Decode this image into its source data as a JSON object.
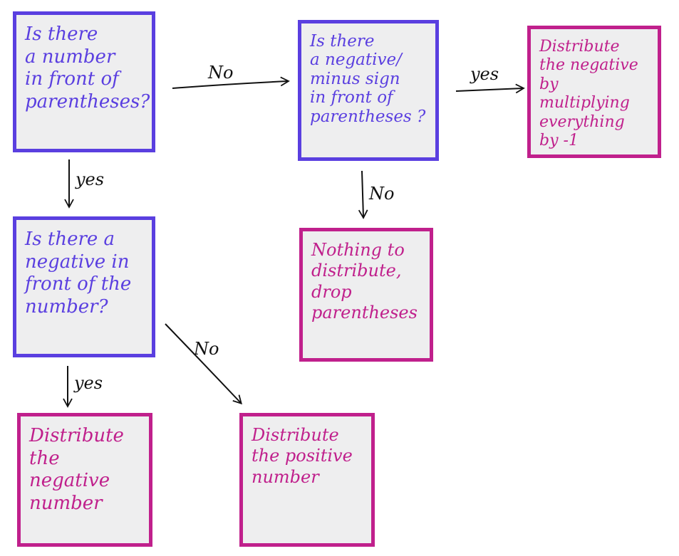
{
  "nodes": {
    "q1": "Is there\na number\nin front of\nparentheses?",
    "q2": "Is there\na negative/\nminus sign\nin front of\nparentheses ?",
    "a1": "Distribute\nthe negative\nby multiplying\neverything\nby -1",
    "q3": "Is there a\nnegative in\nfront of the\nnumber?",
    "a2": "Nothing to\ndistribute,\ndrop\nparentheses",
    "a3": "Distribute\nthe\nnegative\nnumber",
    "a4": "Distribute\nthe positive\nnumber"
  },
  "edges": {
    "q1_q2": "No",
    "q2_a1": "yes",
    "q1_q3": "yes",
    "q2_a2": "No",
    "q3_a3": "yes",
    "q3_a4": "No"
  },
  "colors": {
    "question": "#5a3fe0",
    "answer": "#c0208c",
    "box_fill": "#eeeeef",
    "arrow": "#111111"
  }
}
